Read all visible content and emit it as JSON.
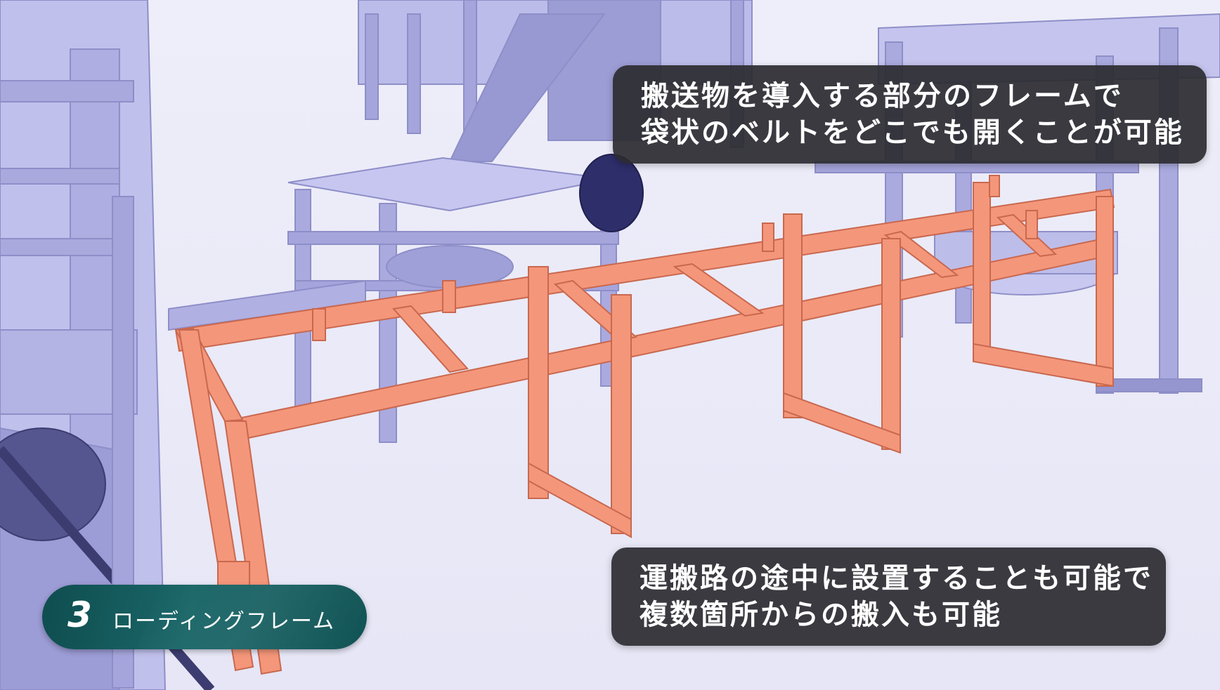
{
  "colors": {
    "background": "#e9e9f7",
    "structure": "#b3b3e6",
    "structure_dark": "#8686c2",
    "highlight_frame": "#f4967a",
    "caption_bg": "#2c2c32",
    "badge_bg": "#125456"
  },
  "caption_top": {
    "line1": "搬送物を導入する部分のフレームで",
    "line2": "袋状のベルトをどこでも開くことが可能"
  },
  "caption_bottom": {
    "line1": "運搬路の途中に設置することも可能で",
    "line2": "複数箇所からの搬入も可能"
  },
  "section": {
    "number": "3",
    "title": "ローディングフレーム"
  }
}
